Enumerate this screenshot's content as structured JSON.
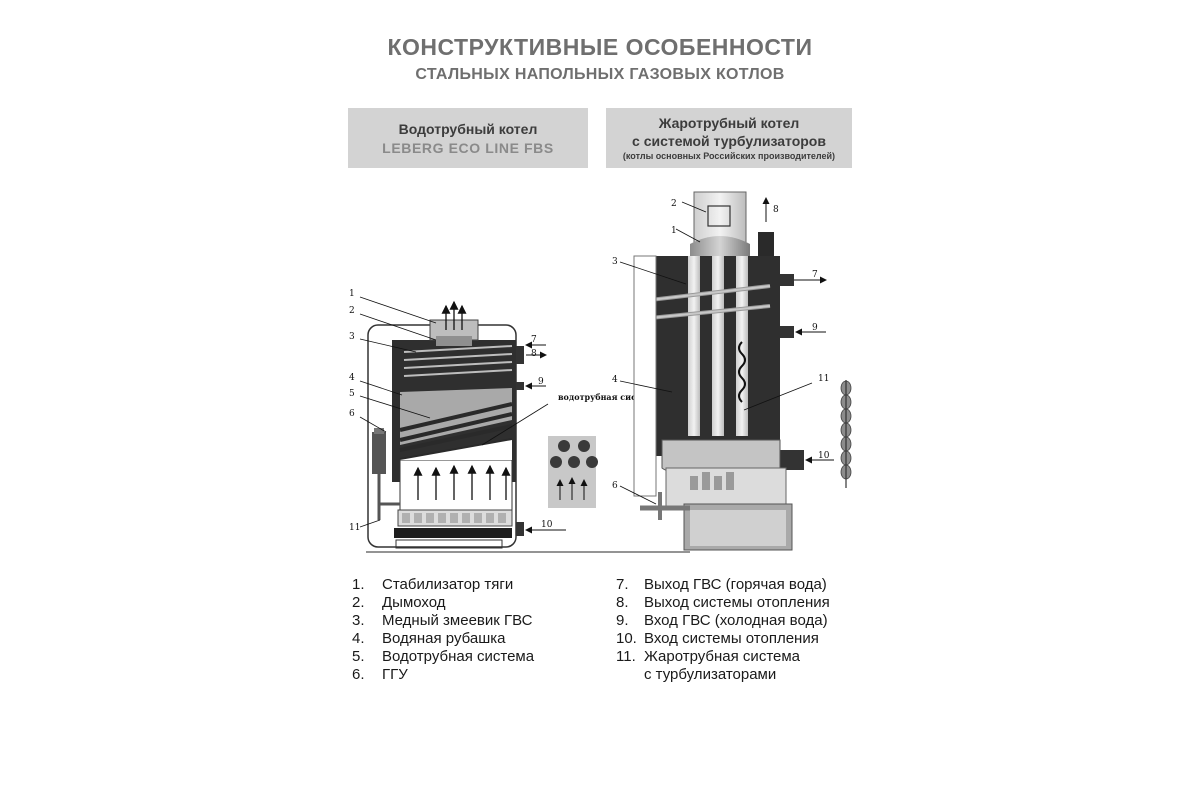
{
  "title": {
    "main": "КОНСТРУКТИВНЫЕ ОСОБЕННОСТИ",
    "sub": "СТАЛЬНЫХ НАПОЛЬНЫХ ГАЗОВЫХ КОТЛОВ"
  },
  "left_panel": {
    "header_line1": "Водотрубный котел",
    "header_brand": "LEBERG ECO LINE FBS",
    "callout_label": "водотрубная система"
  },
  "right_panel": {
    "header_line1": "Жаротрубный котел",
    "header_line2": "с системой турбулизаторов",
    "header_note": "(котлы основных Российских производителей)"
  },
  "left_markers": [
    "1",
    "2",
    "3",
    "4",
    "5",
    "6",
    "7",
    "8",
    "9",
    "10",
    "11"
  ],
  "right_markers": [
    "1",
    "2",
    "3",
    "4",
    "6",
    "7",
    "8",
    "9",
    "10",
    "11"
  ],
  "legend": {
    "left": [
      {
        "num": "1.",
        "text": "Стабилизатор тяги"
      },
      {
        "num": "2.",
        "text": "Дымоход"
      },
      {
        "num": "3.",
        "text": "Медный змеевик ГВС"
      },
      {
        "num": "4.",
        "text": "Водяная рубашка"
      },
      {
        "num": "5.",
        "text": "Водотрубная система"
      },
      {
        "num": "6.",
        "text": "ГГУ"
      }
    ],
    "right": [
      {
        "num": "7.",
        "text": "Выход ГВС (горячая вода)"
      },
      {
        "num": "8.",
        "text": "Выход системы отопления"
      },
      {
        "num": "9.",
        "text": "Вход ГВС (холодная вода)"
      },
      {
        "num": "10.",
        "text": "Вход системы отопления"
      },
      {
        "num": "11.",
        "text": "Жаротрубная система"
      },
      {
        "num": "",
        "text": "с турбулизаторами"
      }
    ]
  },
  "colors": {
    "title": "#6f6f6f",
    "header_bg": "#d3d3d3",
    "boiler_dark": "#2f2f2f",
    "boiler_mid": "#9a9a9a",
    "boiler_light": "#e0e0e0"
  }
}
